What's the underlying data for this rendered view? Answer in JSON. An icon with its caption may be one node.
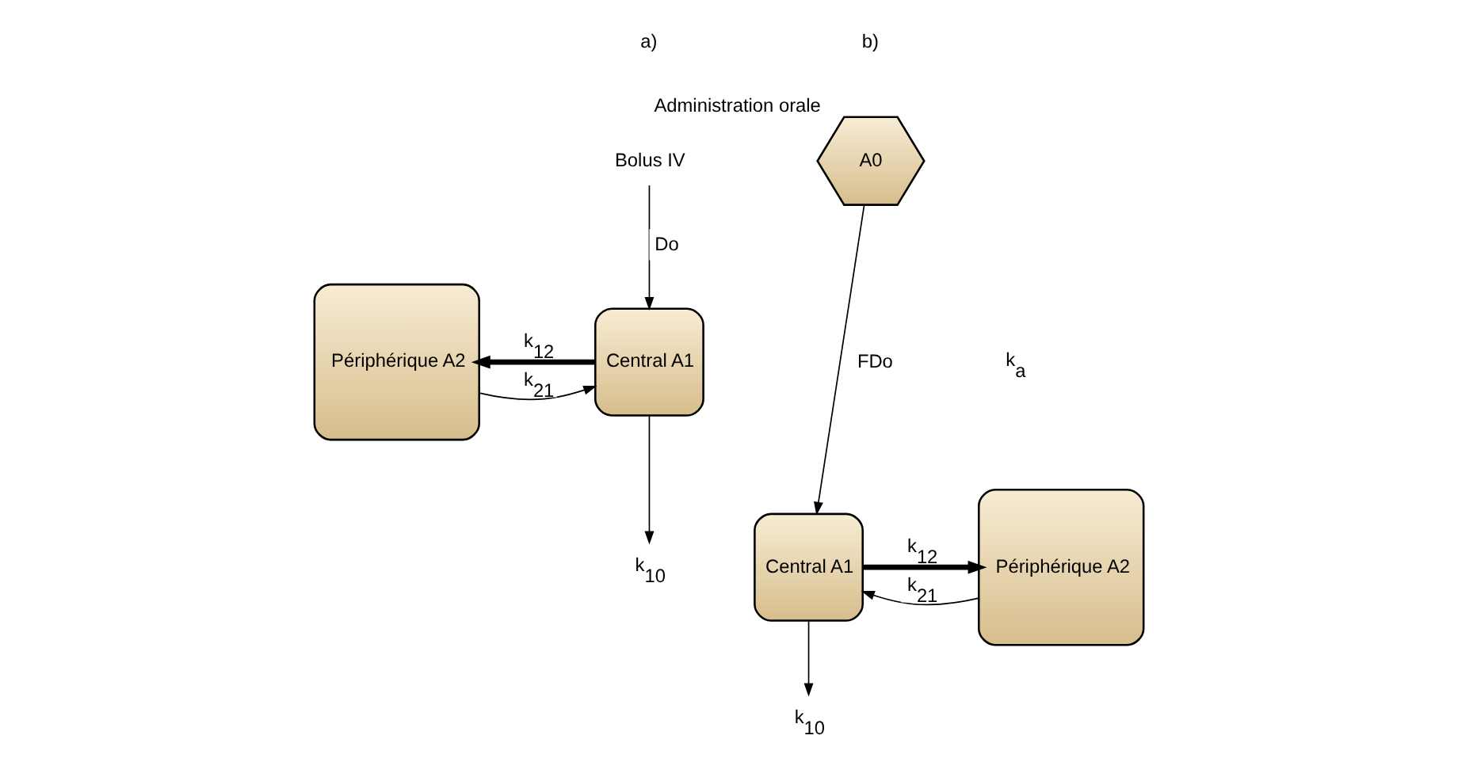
{
  "diagram": {
    "nodes": [
      {
        "text": [
          "Bolus IV"
        ]
      },
      {
        "text": [
          "Central A1"
        ]
      },
      {
        "text": [
          "Périphérique A2"
        ]
      },
      {
        "text": [
          "k$_{10}$"
        ]
      },
      {
        "text": [
          "A0"
        ],
        "beside": [
          "Administration orale"
        ]
      },
      {
        "text": [
          "Central A1"
        ]
      },
      {
        "text": [
          "Périphérique A2"
        ]
      },
      {
        "text": [
          "k$_{10}$"
        ]
      }
    ],
    "edges": [
      {
        "from": 0,
        "to": 1,
        "arrow": "to",
        "label": "Do"
      },
      {
        "from": 1,
        "to": 2,
        "arrow": "to",
        "label": "k$_{12}$",
        "style": "thick"
      },
      {
        "from": 2,
        "to": 1,
        "arrow": "to",
        "label": "k$_{21}$"
      },
      {
        "from": 1,
        "to": 3,
        "arrow": "to"
      },
      {
        "from": 4,
        "to": 5,
        "arrow": "to",
        "label": "FDo"
      },
      {
        "from": 5,
        "to": 6,
        "arrow": "to",
        "label": "k$_{12}$",
        "style": "thick"
      },
      {
        "from": 6,
        "to": 5,
        "arrow": "to",
        "label": "k$_{21}$"
      },
      {
        "from": 5,
        "to": 7,
        "arrow": "to"
      }
    ],
    "labels": [
      "a)",
      "b)",
      "k$_{a}$"
    ]
  }
}
